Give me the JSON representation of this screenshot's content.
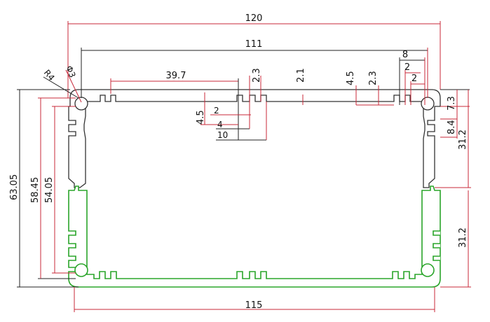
{
  "dimensions": {
    "overall_width": "120",
    "inner_width": "111",
    "bottom_width": "115",
    "slot_offset": "39.7",
    "radius": "R4",
    "hole_dia": "Φ3",
    "slot_2_3_left": "2.3",
    "slot_2_1": "2.1",
    "slot_4_5_right": "4.5",
    "slot_2_3_right": "2.3",
    "top_8": "8",
    "top_2a": "2",
    "top_2b": "2",
    "fin_4_5": "4.5",
    "fin_2": "2",
    "fin_4": "4",
    "fin_10": "10",
    "right_7_3": "7.3",
    "right_8_4": "8.4",
    "right_31_2_top": "31.2",
    "right_31_2_bottom": "31.2",
    "left_63_05": "63.05",
    "left_58_45": "58.45",
    "left_54_05": "54.05"
  },
  "colors": {
    "dimension_line": "#c8283a",
    "upper_shell": "#333333",
    "lower_shell": "#2aa52a"
  }
}
